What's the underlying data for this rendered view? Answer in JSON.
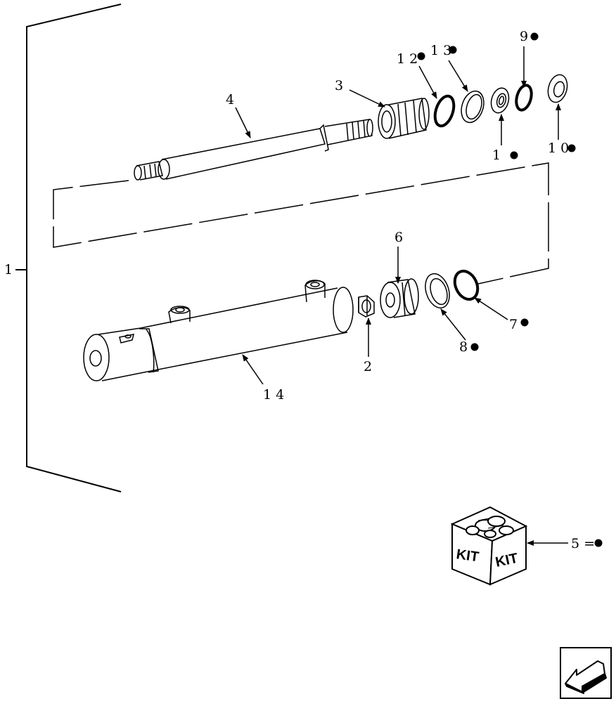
{
  "callouts": {
    "c1": "1",
    "c2": "2",
    "c3": "3",
    "c4": "4",
    "c5": "5 =",
    "c6": "6",
    "c7": "7",
    "c8": "8",
    "c9": "9",
    "c10": "1 0",
    "c11": "1",
    "c12": "1 2",
    "c13": "1 3",
    "c14": "1 4"
  },
  "kit": {
    "label_left": "KIT",
    "label_right": "KIT"
  },
  "nav": {
    "icon": "back-arrow-icon"
  },
  "colors": {
    "ink": "#000000",
    "paper": "#ffffff"
  }
}
